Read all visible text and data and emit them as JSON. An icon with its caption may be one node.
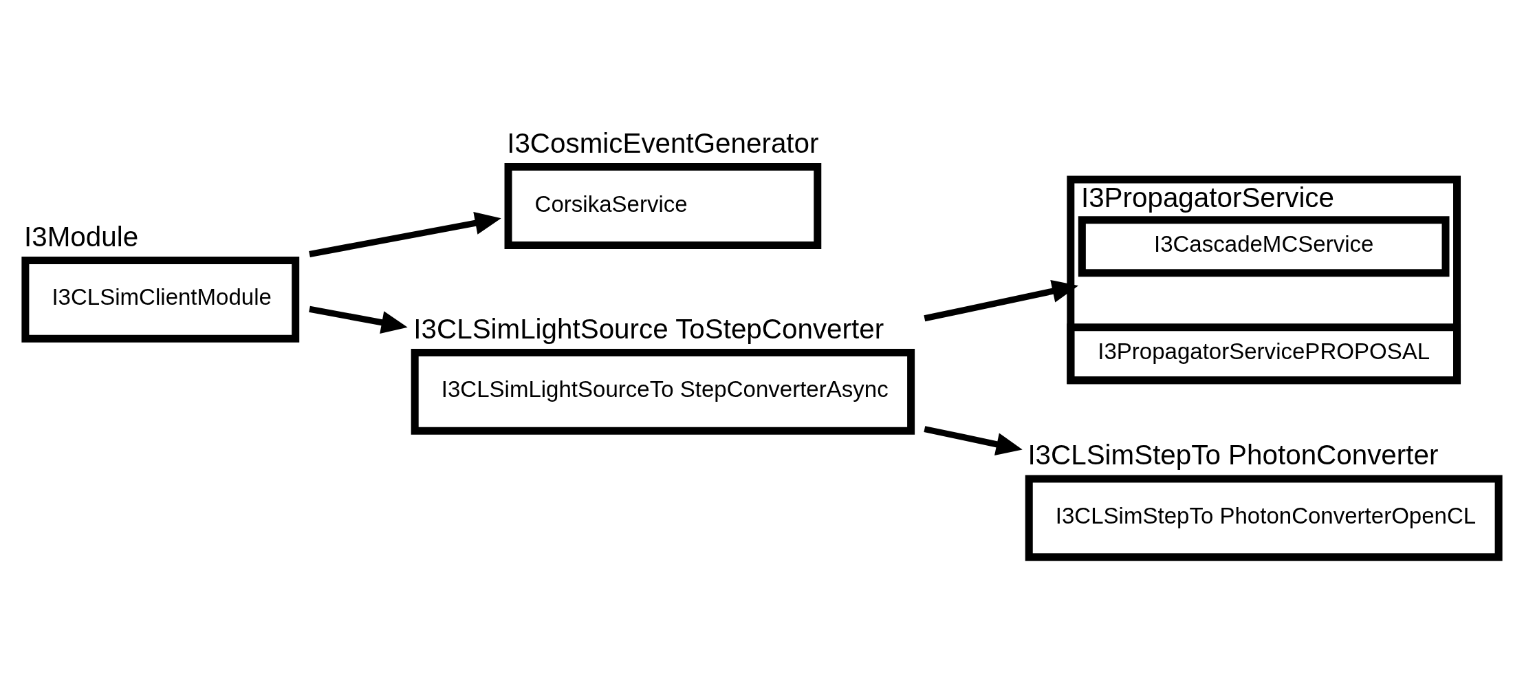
{
  "diagram": {
    "nodes": [
      {
        "text": [
          "I3Module",
          "I3CLSimClientModule"
        ]
      },
      {
        "text": [
          "I3CosmicEventGenerator",
          "CorsikaService"
        ]
      },
      {
        "text": [
          "I3PropagatorService"
        ]
      },
      {
        "text": [
          "I3CascadeMCService"
        ],
        "in": 2
      },
      {
        "text": [
          "I3PropagatorServicePROPOSAL"
        ],
        "in": 2
      },
      {
        "text": [
          "I3CLSimLightSource ToStepConverter",
          "I3CLSimLightSourceTo StepConverterAsync"
        ]
      },
      {
        "text": [
          "I3CLSimStepTo PhotonConverter",
          "I3CLSimStepTo PhotonConverterOpenCL"
        ]
      }
    ],
    "edges": [
      {
        "from": 0,
        "to": 1,
        "arrow": "to"
      },
      {
        "from": 0,
        "to": 5,
        "arrow": "to"
      },
      {
        "from": 5,
        "to": 2,
        "arrow": "to"
      },
      {
        "from": 5,
        "to": 6,
        "arrow": "to"
      }
    ]
  }
}
